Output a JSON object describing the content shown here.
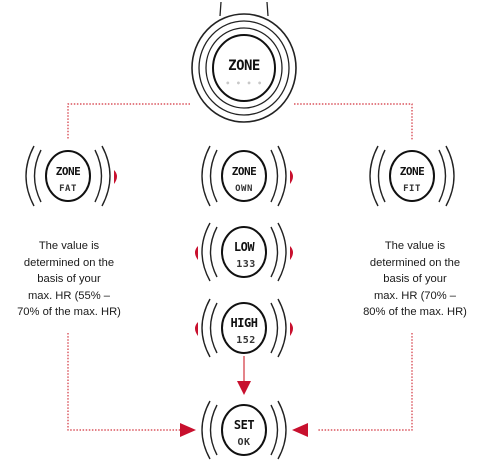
{
  "colors": {
    "accent_red": "#c8102e",
    "line_red": "#d2323c",
    "outline": "#222222",
    "dim_text": "#c8c8c8"
  },
  "watches": {
    "top": {
      "line1": "ZONE",
      "line2": ""
    },
    "fat": {
      "line1": "ZONE",
      "line2": "FAT"
    },
    "own": {
      "line1": "ZONE",
      "line2": "OWN"
    },
    "fit": {
      "line1": "ZONE",
      "line2": "FIT"
    },
    "low": {
      "line1": "LOW",
      "line2": "133"
    },
    "high": {
      "line1": "HIGH",
      "line2": "152"
    },
    "set": {
      "line1": "SET",
      "line2": "OK"
    }
  },
  "descriptions": {
    "left": "The value is\ndetermined on the\nbasis of your\nmax. HR (55% –\n70% of the max. HR)",
    "right": "The value is\ndetermined on the\nbasis of your\nmax. HR (70% –\n80% of the max. HR)"
  }
}
